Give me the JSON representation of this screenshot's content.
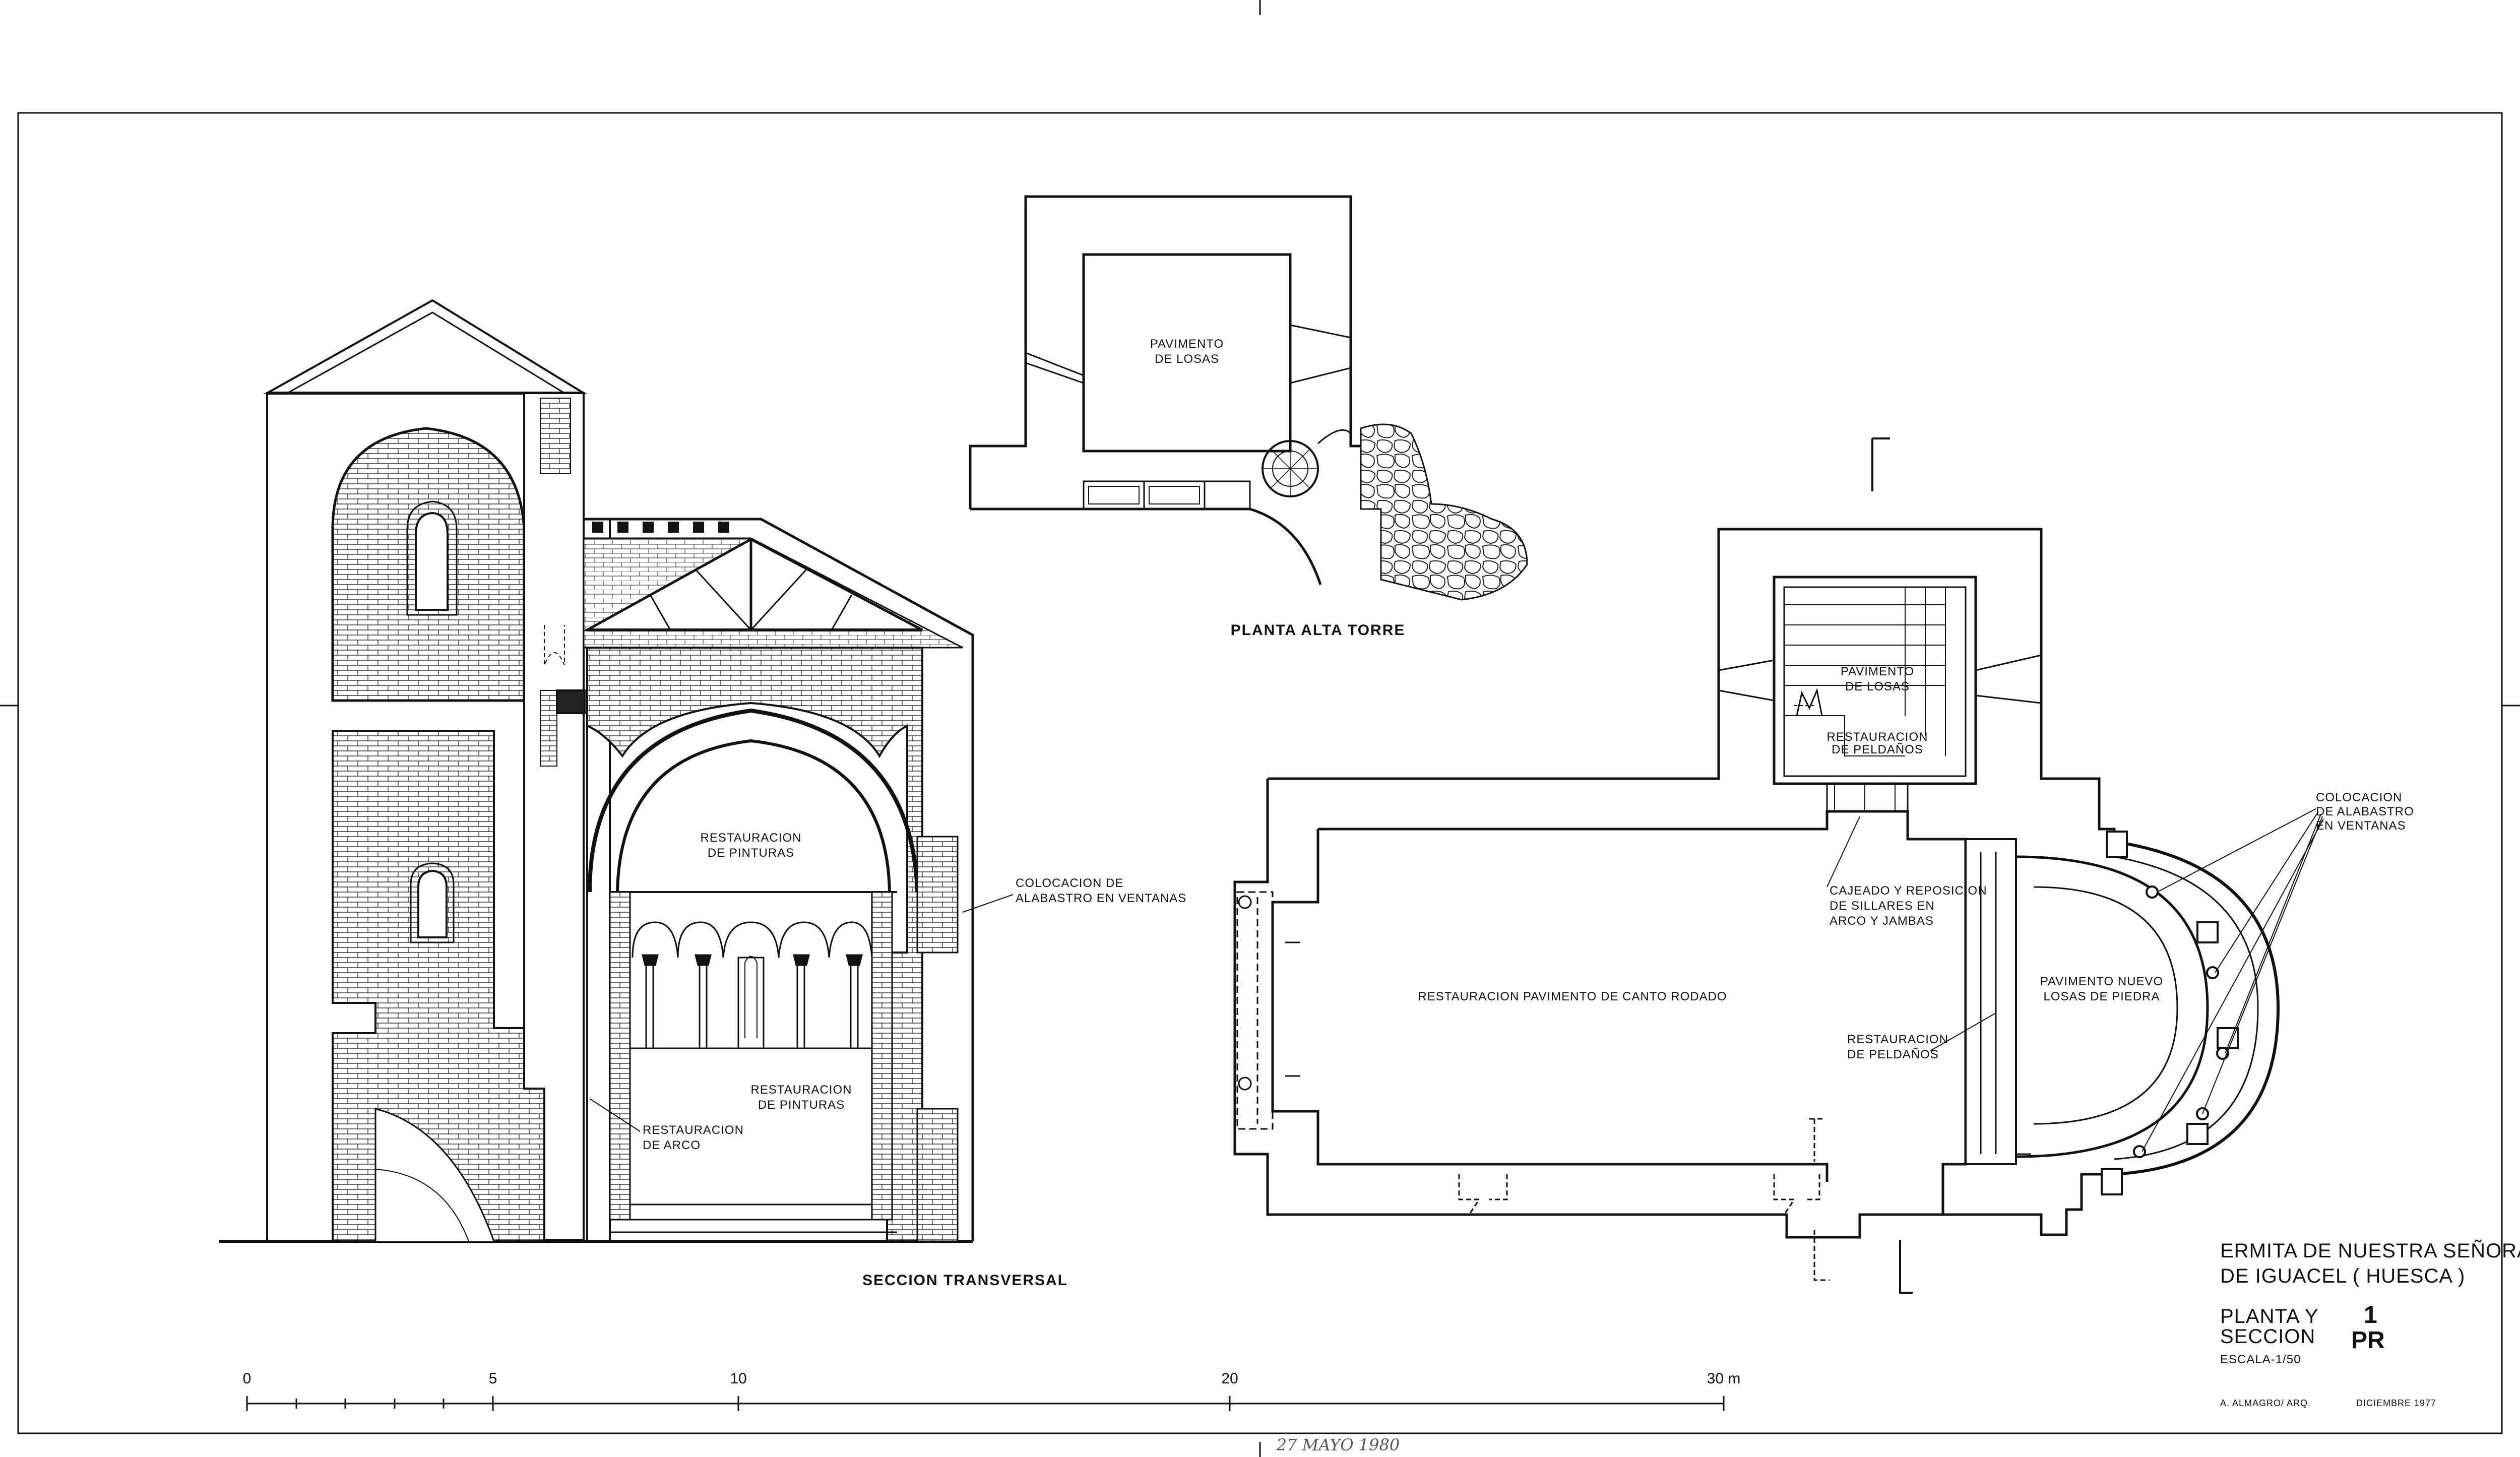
{
  "section": {
    "title": "SECCION TRANSVERSAL",
    "labels": {
      "pinturas_top_1": "RESTAURACION",
      "pinturas_top_2": "DE PINTURAS",
      "pinturas_bottom_1": "RESTAURACION",
      "pinturas_bottom_2": "DE PINTURAS",
      "arco_1": "RESTAURACION",
      "arco_2": "DE ARCO",
      "alabastro_1": "COLOCACION DE",
      "alabastro_2": "ALABASTRO EN VENTANAS"
    }
  },
  "tower_plan": {
    "title": "PLANTA ALTA TORRE",
    "floor_1": "PAVIMENTO",
    "floor_2": "DE LOSAS"
  },
  "main_plan": {
    "nave": "RESTAURACION PAVIMENTO DE CANTO RODADO",
    "tower_floor_1": "PAVIMENTO",
    "tower_floor_2": "DE LOSAS",
    "tower_steps_1": "RESTAURACION",
    "tower_steps_2": "DE PELDAÑOS",
    "cajeado_1": "CAJEADO Y REPOSICION",
    "cajeado_2": "DE SILLARES EN",
    "cajeado_3": "ARCO Y JAMBAS",
    "steps_1": "RESTAURACION",
    "steps_2": "DE PELDAÑOS",
    "apse_1": "PAVIMENTO NUEVO",
    "apse_2": "LOSAS DE PIEDRA",
    "alabastro_1": "COLOCACION",
    "alabastro_2": "DE ALABASTRO",
    "alabastro_3": "EN VENTANAS"
  },
  "title_block": {
    "line1": "ERMITA DE NUESTRA SEÑORA",
    "line2": "DE IGUACEL ( HUESCA )",
    "kind_1": "PLANTA Y",
    "kind_2": "SECCION",
    "sheet_number": "1",
    "sheet_code": "PR",
    "scale": "ESCALA-1/50",
    "author": "A. ALMAGRO/ ARQ.",
    "date": "DICIEMBRE 1977"
  },
  "scale_bar": {
    "ticks": [
      "0",
      "5",
      "10",
      "20",
      "30 m"
    ]
  },
  "stamp": "27 MAYO 1980"
}
